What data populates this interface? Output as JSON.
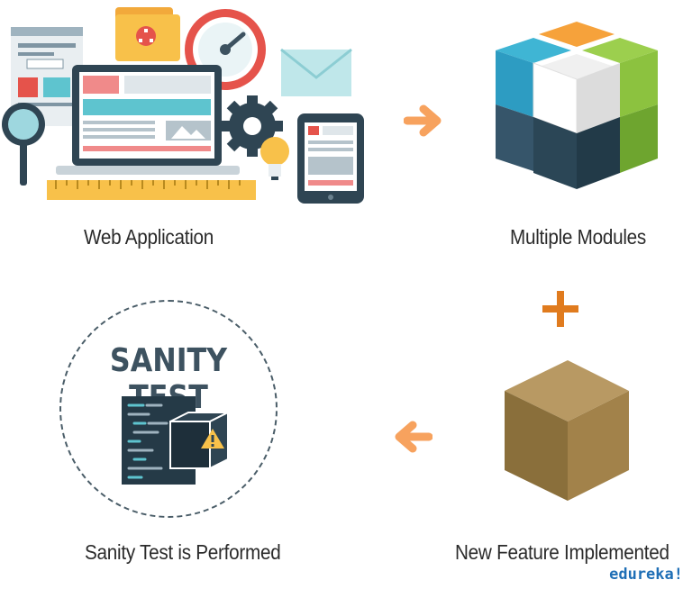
{
  "captions": {
    "web_application": "Web Application",
    "multiple_modules": "Multiple Modules",
    "new_feature": "New Feature Implemented",
    "sanity_performed": "Sanity Test is Performed"
  },
  "badge": {
    "title": "SANITY TEST"
  },
  "brand": {
    "name": "edureka!"
  },
  "colors": {
    "arrow": "#f7a25e",
    "plus": "#e07b1e",
    "badge_text": "#3d5260",
    "brand": "#1f6fb6"
  },
  "icons": {
    "flow_1": "arrow-right-icon",
    "flow_2": "plus-icon",
    "flow_3": "arrow-left-icon"
  }
}
